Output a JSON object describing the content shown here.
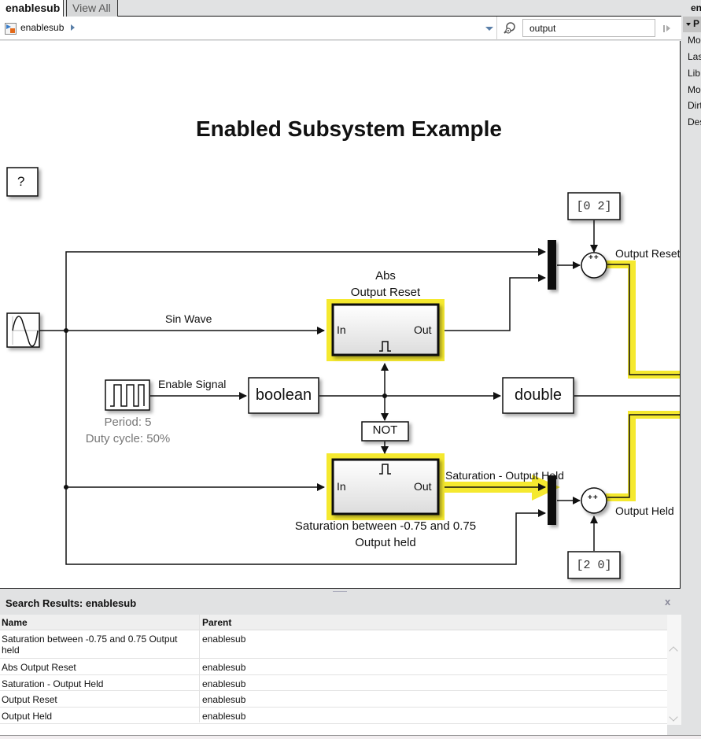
{
  "tabs": [
    {
      "label": "enablesub",
      "active": true
    },
    {
      "label": "View All",
      "active": false
    }
  ],
  "explorer": {
    "breadcrumb": "enablesub",
    "search_value": "output",
    "search_placeholder": ""
  },
  "side_panel": {
    "title": "en",
    "header": "P",
    "items": [
      "Mo",
      "Las",
      "Lib",
      "Mo",
      "Dirt",
      "Des"
    ]
  },
  "diagram": {
    "title": "Enabled Subsystem Example",
    "help_block": "?",
    "signals": {
      "sin_wave": "Sin Wave",
      "enable_signal": "Enable Signal",
      "saturation_output_held": "Saturation - Output Held",
      "output_reset": "Output Reset",
      "output_held": "Output Held"
    },
    "pulse_params": {
      "period": "Period: 5",
      "duty_cycle": "Duty cycle: 50%"
    },
    "blocks": {
      "abs_subsystem": {
        "name_line1": "Abs",
        "name_line2": "Output Reset",
        "in_port": "In",
        "out_port": "Out"
      },
      "sat_subsystem": {
        "name_line1": "Saturation between -0.75 and 0.75",
        "name_line2": "Output held",
        "in_port": "In",
        "out_port": "Out"
      },
      "boolean": "boolean",
      "double": "double",
      "not": "NOT",
      "const_top": "[0 2]",
      "const_bottom": "[2 0]",
      "sum_signs": "++"
    },
    "highlight_color": "#f5e92f"
  },
  "results": {
    "title": "Search Results: enablesub",
    "close_label": "x",
    "columns": [
      "Name",
      "Parent"
    ],
    "rows": [
      {
        "name": "Saturation between -0.75 and 0.75 Output held",
        "parent": "enablesub"
      },
      {
        "name": "Abs Output Reset",
        "parent": "enablesub"
      },
      {
        "name": "Saturation - Output Held",
        "parent": "enablesub"
      },
      {
        "name": "Output Reset",
        "parent": "enablesub"
      },
      {
        "name": "Output Held",
        "parent": "enablesub"
      }
    ]
  }
}
